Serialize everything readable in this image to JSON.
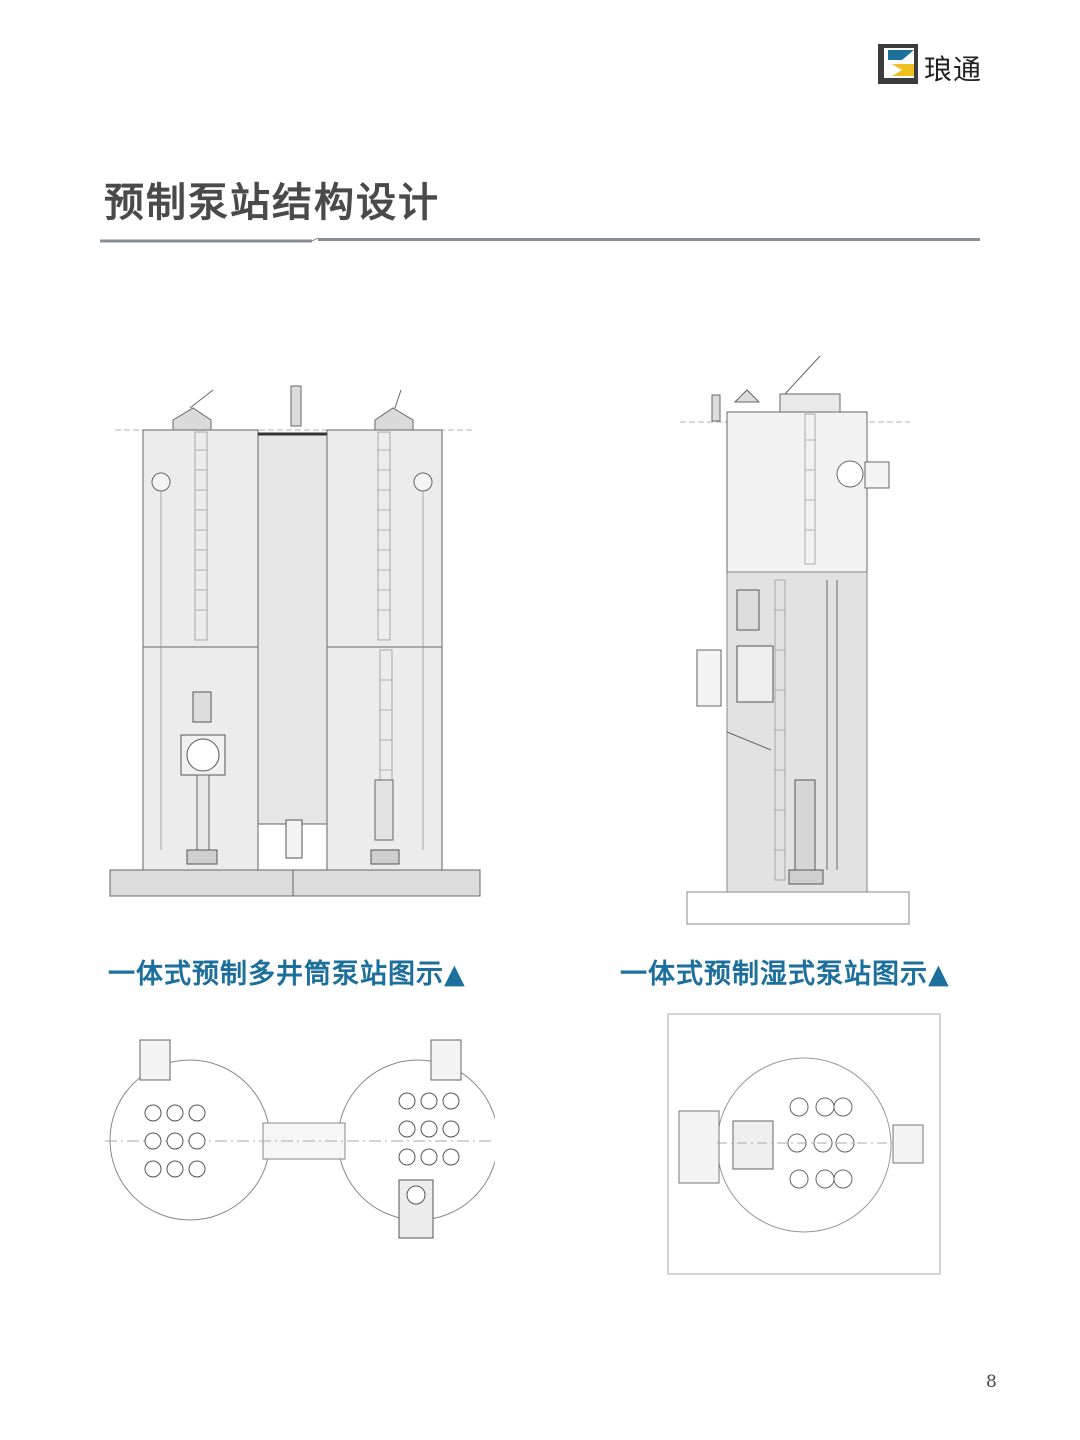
{
  "brand": {
    "name": "琅通",
    "logo_colors": [
      "#3c3c3c",
      "#1d6f9c",
      "#f0c020"
    ]
  },
  "page": {
    "title": "预制泵站结构设计",
    "page_number": "8"
  },
  "figures": {
    "multi_well": {
      "caption": "一体式预制多井筒泵站图示▲"
    },
    "wet_well": {
      "caption": "一体式预制湿式泵站图示▲"
    }
  },
  "colors": {
    "caption": "#1d6f9c",
    "title": "#4a4a4a",
    "rule": "#8a8f96"
  }
}
